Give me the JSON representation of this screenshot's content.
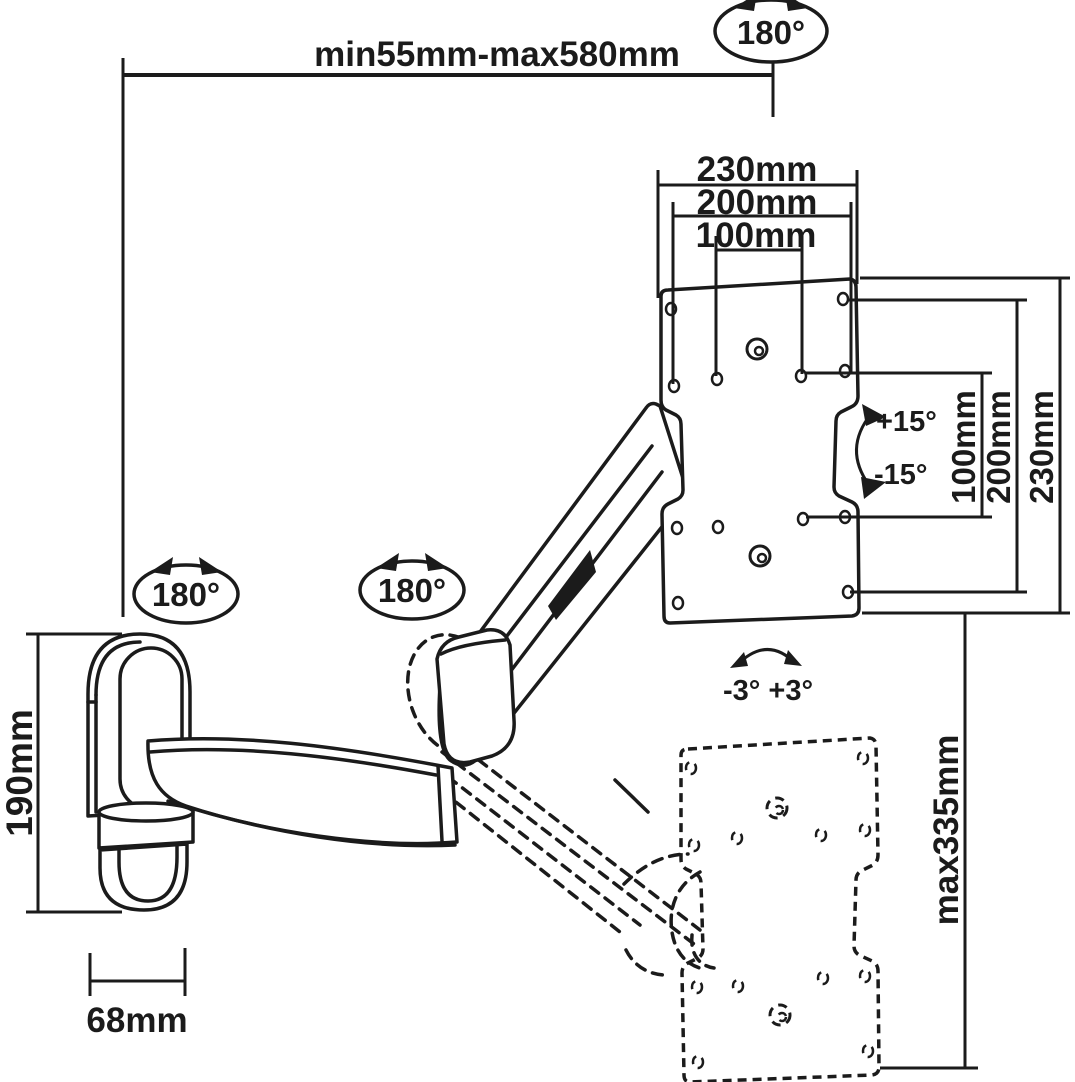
{
  "colors": {
    "ink": "#1b1b1b",
    "background": "#ffffff"
  },
  "labels": {
    "arm_extension_range": "min55mm-max580mm",
    "swivel_plate": "180°",
    "swivel_wall": "180°",
    "swivel_elbow": "180°",
    "vesa_width_230": "230mm",
    "vesa_width_200": "200mm",
    "vesa_width_100": "100mm",
    "tilt_up": "+15°",
    "tilt_down": "-15°",
    "vesa_height_100": "100mm",
    "vesa_height_200": "200mm",
    "vesa_height_230": "230mm",
    "level_adjustment": "-3° +3°",
    "wall_bracket_height": "190mm",
    "wall_bracket_width": "68mm",
    "vertical_adjustment": "max335mm"
  }
}
